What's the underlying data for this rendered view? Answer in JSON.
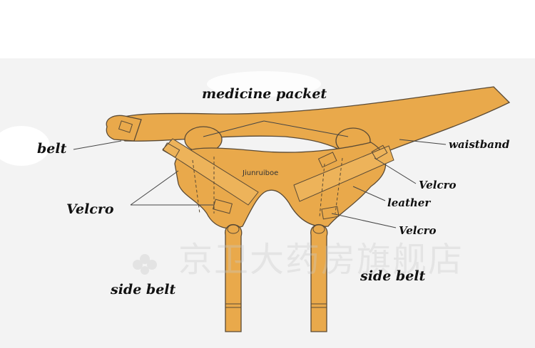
{
  "labels": {
    "medicine_packet": "medicine packet",
    "belt": "belt",
    "waistband": "waistband",
    "velcro_left": "Velcro",
    "velcro_right_top": "Velcro",
    "leather": "leather",
    "velcro_right_bottom": "Velcro",
    "side_belt_left": "side belt",
    "side_belt_right": "side belt"
  },
  "brand_mark": "Jiunruiboe",
  "watermark": "京卫大药房旗舰店",
  "colors": {
    "leather": "#E9A94B",
    "outline": "#5a4a35",
    "background_panel": "#f2f2f2"
  }
}
